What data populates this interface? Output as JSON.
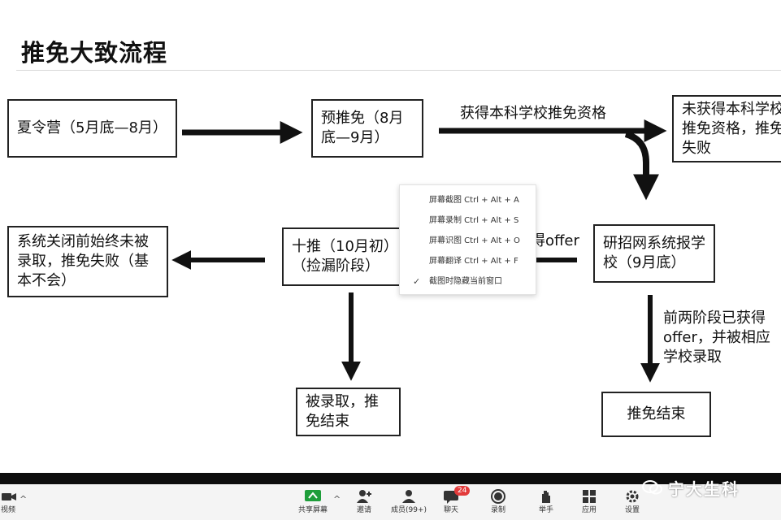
{
  "slide": {
    "title": "推免大致流程",
    "boxes": {
      "summer_camp": "夏令营（5月底—8月）",
      "pre_recommend": "预推免（8月底—9月）",
      "not_qualified": "未获得本科学校推免资格，推免失败",
      "yanzhao_apply": "研招网系统报学校（9月底）",
      "ten_push": "十推（10月初）（捡漏阶段）",
      "closed_not_admitted": "系统关闭前始终未被录取，推免失败（基本不会）",
      "admitted_end": "被录取，推免结束",
      "recommend_end": "推免结束"
    },
    "labels": {
      "got_qualification": "获得本科学校推免资格",
      "not_offer_partial": "得offer",
      "prior_offer": "前两阶段已获得offer，并被相应学校录取"
    }
  },
  "context_menu": {
    "items": [
      {
        "label": "屏幕截图 Ctrl + Alt + A",
        "checked": false
      },
      {
        "label": "屏幕录制 Ctrl + Alt + S",
        "checked": false
      },
      {
        "label": "屏幕识图 Ctrl + Alt + O",
        "checked": false
      },
      {
        "label": "屏幕翻译 Ctrl + Alt + F",
        "checked": false
      },
      {
        "label": "截图时隐藏当前窗口",
        "checked": true
      }
    ]
  },
  "toolbar": {
    "video_label": "视频",
    "share_label": "共享屏幕",
    "invite_label": "邀请",
    "members_label": "成员(99+)",
    "chat_label": "聊天",
    "chat_badge": "24",
    "record_label": "录制",
    "raise_hand_label": "举手",
    "apps_label": "应用",
    "settings_label": "设置",
    "share_color": "#1e9e3a",
    "badge_color": "#e23b3b"
  },
  "watermark": {
    "text": "宁大生科",
    "icon": "wechat-icon"
  }
}
